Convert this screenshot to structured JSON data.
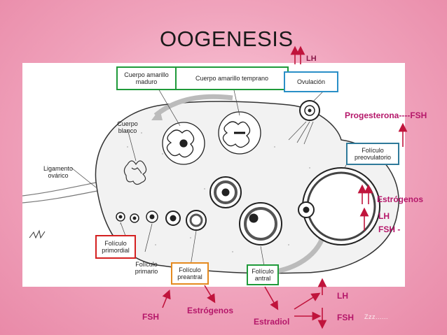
{
  "slide": {
    "title": "OOGENESIS",
    "watermark": "Zzz......"
  },
  "figure": {
    "box_labels": {
      "cuerpo_amarillo_maduro": "Cuerpo amarillo maduro",
      "cuerpo_amarillo_temprano": "Cuerpo amarillo temprano",
      "ovulacion": "Ovulación",
      "foliculo_preovulatorio": "Folículo preovulatorio",
      "foliculo_primordial": "Folículo primordial",
      "foliculo_preantral": "Folículo preantral",
      "foliculo_antral": "Folículo antral"
    },
    "plain_labels": {
      "cuerpo_blanco": "Cuerpo blanco",
      "ligamento_ovarico": "Ligamento ovárico",
      "foliculo_primario": "Folículo primario"
    },
    "box_colors": {
      "green": "#1f9a3a",
      "cyan": "#2a8fc7",
      "teal": "#2f7a9a",
      "red": "#d42020",
      "orange": "#e58a1f"
    }
  },
  "annotations": {
    "lh_top": "LH",
    "progesterona_fsh": "Progesterona----FSH",
    "estrogenos_right": "Estrógenos",
    "lh_right": "LH",
    "fsh_right": "FSH -",
    "fsh_bottom_left": "FSH",
    "estrogenos_bottom": "Estrógenos",
    "estradiol": "Estradiol",
    "lh_bottom": "LH",
    "fsh_bottom_right": "FSH",
    "arrow_color": "#c0143c",
    "text_color": "#b5176a"
  }
}
